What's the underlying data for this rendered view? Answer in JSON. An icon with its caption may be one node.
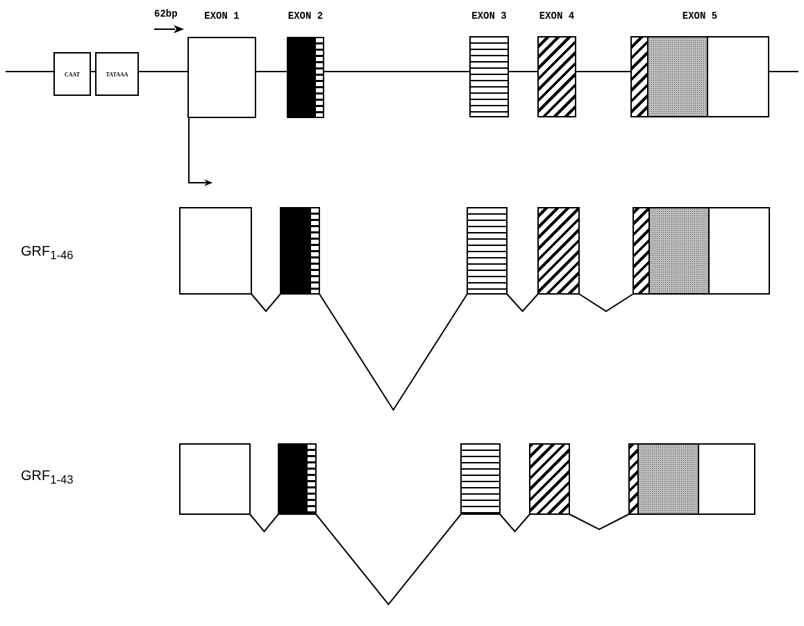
{
  "diagram": {
    "nodes": [
      {
        "text": [
          "CAAT"
        ]
      },
      {
        "text": [
          "TATAAA"
        ]
      },
      {
        "text": [
          "EXON 1"
        ]
      },
      {
        "text": [
          "EXON 2"
        ]
      },
      {
        "text": [
          "EXON 3"
        ]
      },
      {
        "text": [
          "EXON 4"
        ]
      },
      {
        "text": [
          "EXON 5"
        ]
      },
      {
        "text": [],
        "shape": "box"
      },
      {
        "text": [],
        "shape": "box"
      },
      {
        "text": [],
        "shape": "box"
      },
      {
        "text": [],
        "shape": "box"
      },
      {
        "text": [],
        "shape": "box"
      },
      {
        "text": [],
        "shape": "box"
      },
      {
        "text": [],
        "shape": "box"
      },
      {
        "text": [],
        "shape": "box"
      },
      {
        "text": [],
        "shape": "box"
      },
      {
        "text": [],
        "shape": "box"
      }
    ],
    "edges": [
      {
        "from": null,
        "to": 0,
        "arrow": "none"
      },
      {
        "from": 0,
        "to": 1,
        "arrow": "none"
      },
      {
        "from": 1,
        "to": 2,
        "arrow": "none"
      },
      {
        "from": 2,
        "to": 3,
        "arrow": "none"
      },
      {
        "from": 3,
        "to": 4,
        "arrow": "none"
      },
      {
        "from": 4,
        "to": 5,
        "arrow": "none"
      },
      {
        "from": 5,
        "to": 6,
        "arrow": "none"
      },
      {
        "from": 6,
        "to": null,
        "arrow": "none"
      },
      {
        "from": 2,
        "to": null,
        "arrow": "to"
      },
      {
        "from": 7,
        "to": 8,
        "arrow": "none"
      },
      {
        "from": 8,
        "to": 9,
        "arrow": "none"
      },
      {
        "from": 9,
        "to": 10,
        "arrow": "none"
      },
      {
        "from": 10,
        "to": 11,
        "arrow": "none"
      },
      {
        "from": 12,
        "to": 13,
        "arrow": "none"
      },
      {
        "from": 13,
        "to": 14,
        "arrow": "none"
      },
      {
        "from": 14,
        "to": 15,
        "arrow": "none"
      },
      {
        "from": 15,
        "to": 16,
        "arrow": "none"
      }
    ],
    "labels": [
      "62bp",
      "GRF$_{1-46}$",
      "GRF$_{1-43}$"
    ]
  }
}
